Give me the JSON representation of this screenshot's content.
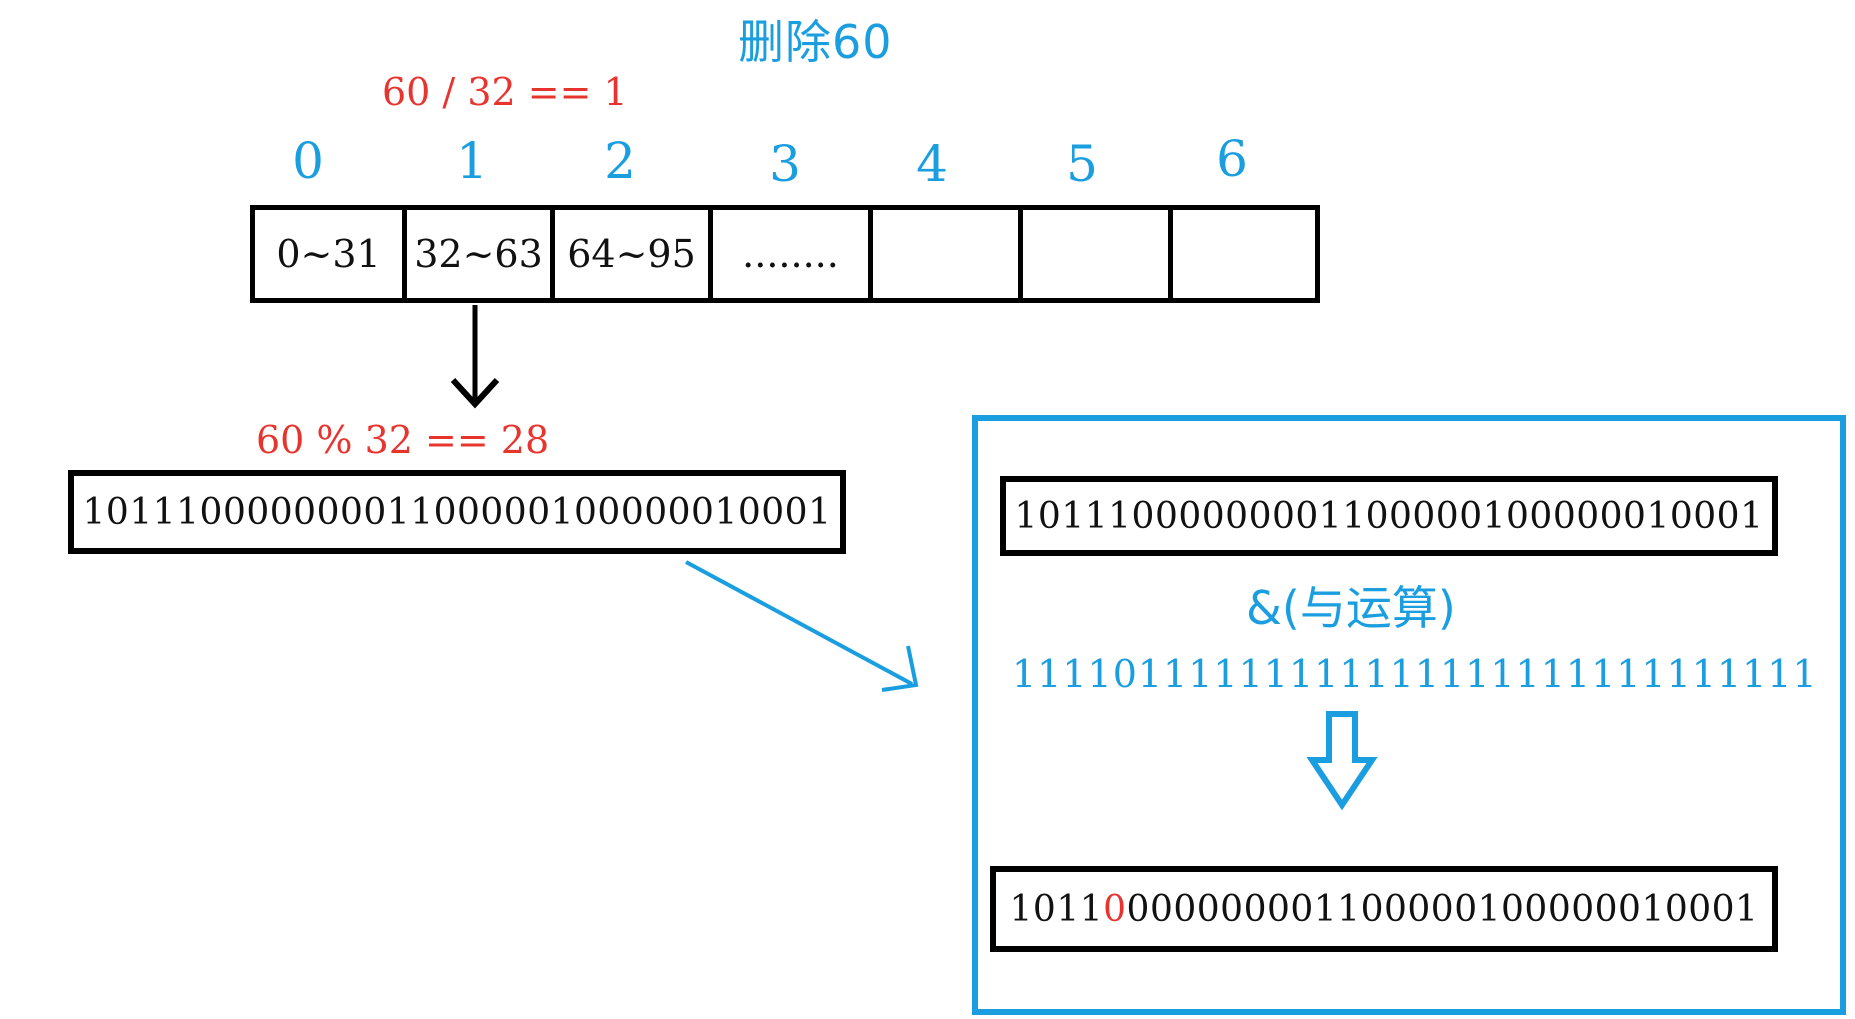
{
  "title": "删除60",
  "formula_div": "60 / 32 == 1",
  "formula_mod": "60 % 32 == 28",
  "indices": [
    "0",
    "1",
    "2",
    "3",
    "4",
    "5",
    "6"
  ],
  "cells": [
    "0~31",
    "32~63",
    "64~95",
    "........",
    "",
    "",
    ""
  ],
  "source_bits": "10111000000001100000100000010001",
  "operation": {
    "operand_bits": "10111000000001100000100000010001",
    "and_label": "&(与运算)",
    "mask_bits": "11110111111111111111111111111111",
    "result_prefix": "1011",
    "result_cleared_bit": "0",
    "result_suffix": "000000001100000100000010001"
  },
  "colors": {
    "accent_blue": "#1a9ee0",
    "highlight_red": "#e8342f",
    "border_black": "#000000"
  },
  "icons": [
    "down-arrow-icon",
    "diagonal-arrow-icon",
    "hollow-down-arrow-icon"
  ]
}
